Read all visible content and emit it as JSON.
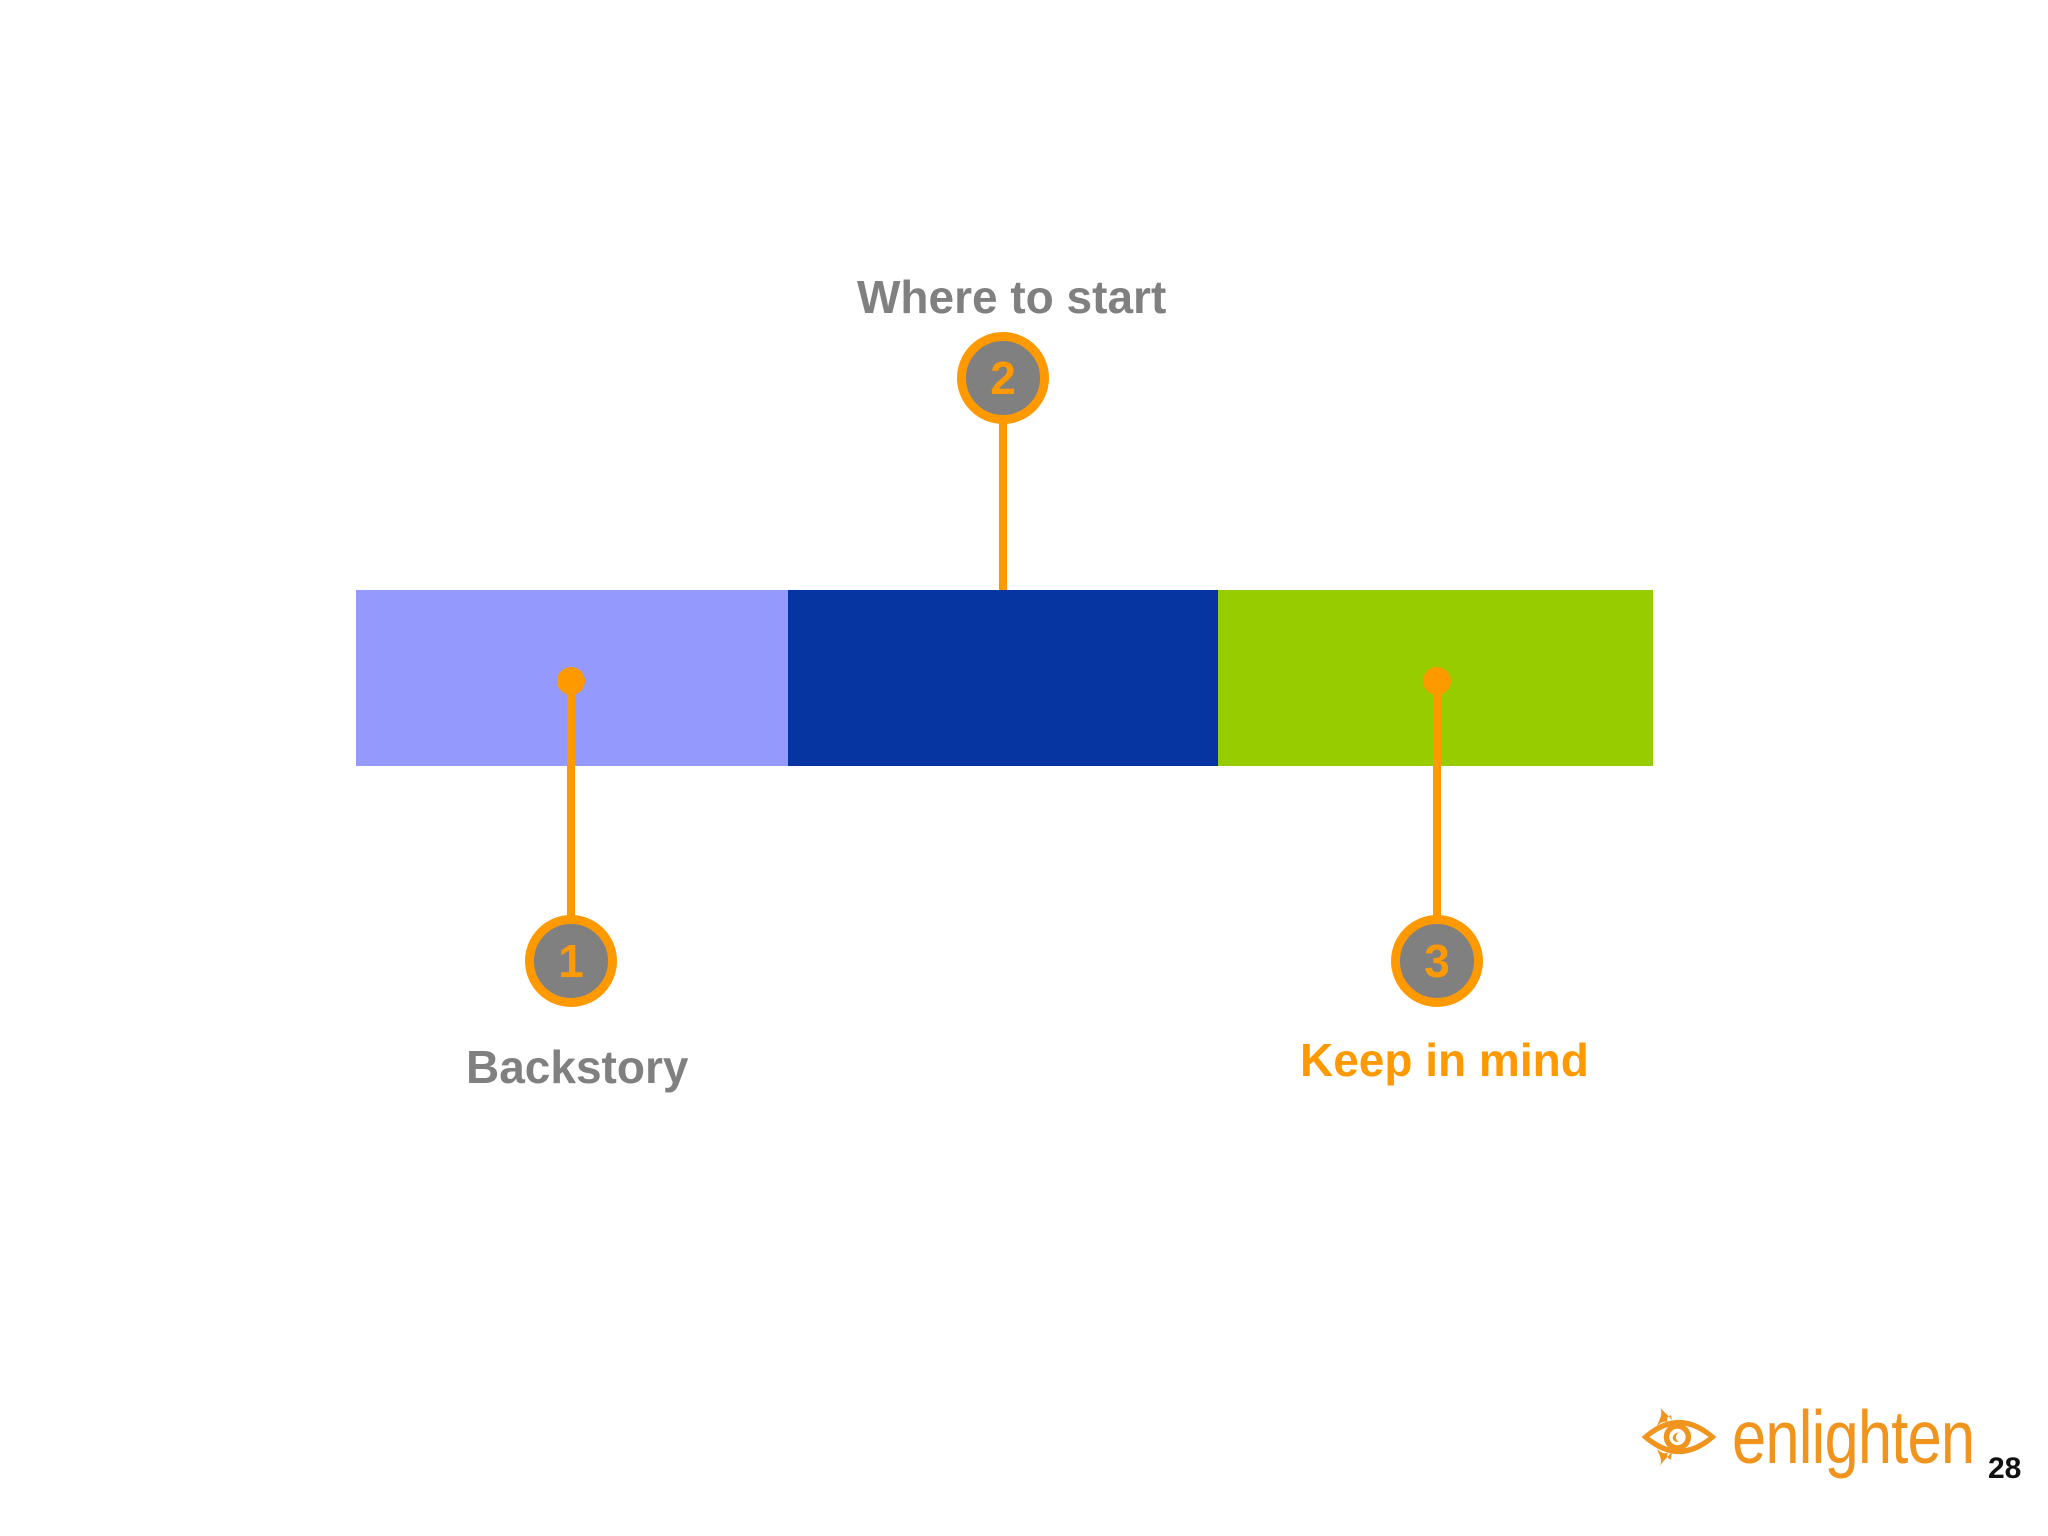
{
  "slide": {
    "page_number": "28",
    "background_color": "#ffffff"
  },
  "colors": {
    "accent_orange": "#ff9900",
    "badge_gray": "#808080",
    "label_gray": "#808080",
    "segment_1": "#9499fe",
    "segment_2": "#0634a0",
    "segment_3": "#96cc00",
    "logo_orange": "#f0941e",
    "page_number": "#111111"
  },
  "timeline": {
    "segments": [
      {
        "name": "segment-backstory",
        "color": "#9499fe"
      },
      {
        "name": "segment-where-to-start",
        "color": "#0634a0"
      },
      {
        "name": "segment-keep-in-mind",
        "color": "#96cc00"
      }
    ],
    "steps": [
      {
        "number": "1",
        "label": "Backstory",
        "label_color": "#808080",
        "position": "below",
        "active": false
      },
      {
        "number": "2",
        "label": "Where to start",
        "label_color": "#808080",
        "position": "above",
        "active": false
      },
      {
        "number": "3",
        "label": "Keep in mind",
        "label_color": "#ff9900",
        "position": "below",
        "active": true
      }
    ]
  },
  "footer": {
    "logo_text": "enlighten",
    "logo_icon": "eye-flame-icon"
  }
}
